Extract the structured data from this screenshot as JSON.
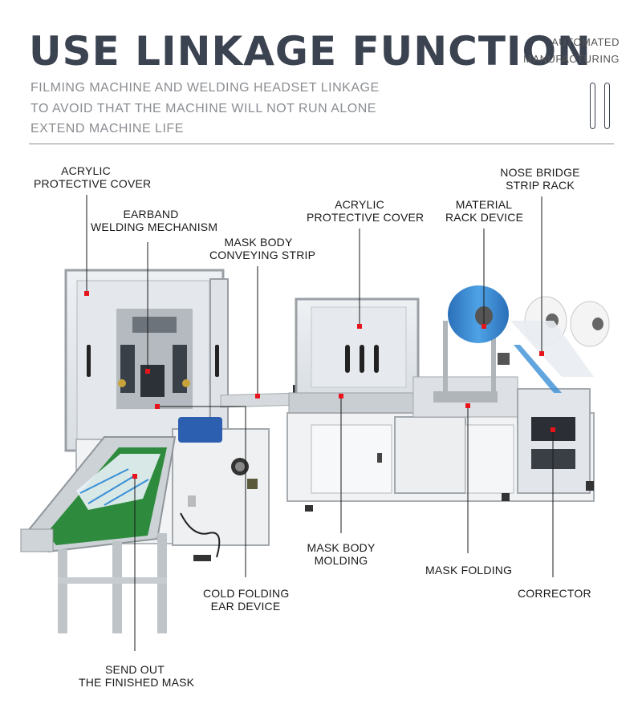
{
  "header": {
    "title": "USE LINKAGE FUNCTION",
    "corner_line1": "AUTOMATED",
    "corner_line2": "MANUFACTURING",
    "subtitle_lines": [
      "FILMING MACHINE AND WELDING HEADSET LINKAGE",
      "TO AVOID THAT THE MACHINE WILL NOT RUN ALONE",
      "EXTEND MACHINE LIFE"
    ]
  },
  "callouts": {
    "acrylic_left": [
      "ACRYLIC",
      "PROTECTIVE COVER"
    ],
    "earband": [
      "EARBAND",
      "WELDING MECHANISM"
    ],
    "conveying": [
      "MASK BODY",
      "CONVEYING STRIP"
    ],
    "acrylic_right": [
      "ACRYLIC",
      "PROTECTIVE COVER"
    ],
    "material_rack": [
      "MATERIAL",
      "RACK DEVICE"
    ],
    "nose_bridge": [
      "NOSE BRIDGE",
      "STRIP RACK"
    ],
    "molding": [
      "MASK BODY",
      "MOLDING"
    ],
    "folding": [
      "MASK FOLDING"
    ],
    "corrector": [
      "CORRECTOR"
    ],
    "cold_folding": [
      "COLD FOLDING",
      "EAR DEVICE"
    ],
    "send_out": [
      "SEND OUT",
      "THE FINISHED MASK"
    ]
  },
  "colors": {
    "title": "#3b4250",
    "subtitle": "#8a8d92",
    "marker": "#e8141b",
    "mask_blue": "#3a8fd6",
    "belt_green": "#2e8b3e"
  }
}
